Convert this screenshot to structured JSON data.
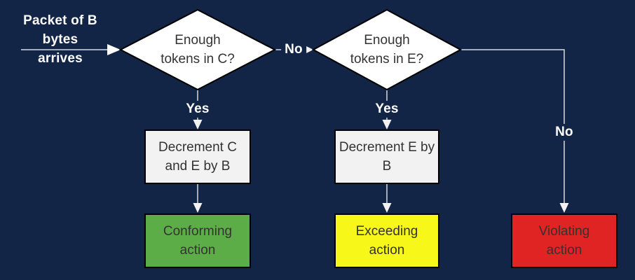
{
  "colors": {
    "background": "#132546",
    "line": "#d9d9d9",
    "arrow_fill": "#f2f2f2",
    "shape_border": "#000000",
    "decision_fill": "#ffffff",
    "process_fill": "#f2f2f2",
    "conforming_fill": "#5cad47",
    "exceeding_fill": "#f7f719",
    "violating_fill": "#e02424",
    "label_text": "#ffffff",
    "shape_text": "#333333"
  },
  "start": {
    "line1": "Packet of B bytes",
    "line2": "arrives"
  },
  "decision_c": {
    "line1": "Enough",
    "line2": "tokens in C?"
  },
  "decision_e": {
    "line1": "Enough",
    "line2": "tokens in E?"
  },
  "labels": {
    "no_c": "No",
    "yes_c": "Yes",
    "yes_e": "Yes",
    "no_e": "No"
  },
  "process_c": {
    "line1": "Decrement C",
    "line2": "and E by B"
  },
  "process_e": {
    "line1": "Decrement E by B"
  },
  "actions": {
    "conforming": {
      "line1": "Conforming",
      "line2": "action"
    },
    "exceeding": {
      "line1": "Exceeding",
      "line2": "action"
    },
    "violating": {
      "line1": "Violating",
      "line2": "action"
    }
  }
}
